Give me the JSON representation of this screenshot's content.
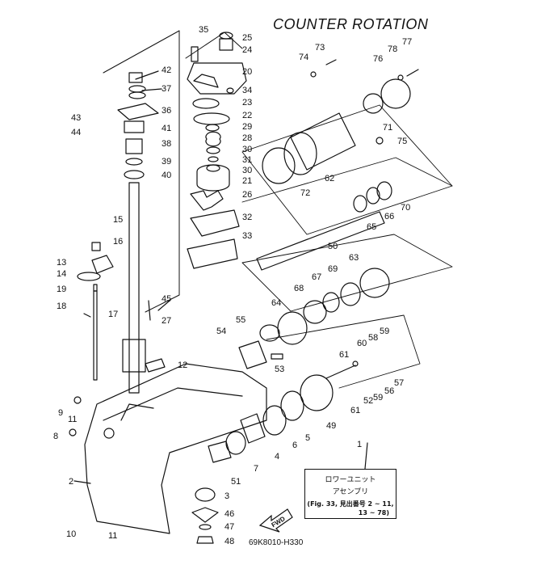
{
  "title": "COUNTER ROTATION",
  "drawing_code": "69K8010-H330",
  "fwd_label": "FWD",
  "legend": {
    "ref_number": "1",
    "line1": "ロワーユニット",
    "line2": "アセンブリ",
    "line3": "(Fig. 33, 見出番号 2 ~ 11,",
    "line4": "13 ~ 78)"
  },
  "part_numbers": [
    "35",
    "25",
    "24",
    "20",
    "34",
    "23",
    "22",
    "29",
    "28",
    "30",
    "31",
    "30",
    "21",
    "26",
    "32",
    "33",
    "42",
    "37",
    "36",
    "43",
    "44",
    "41",
    "38",
    "39",
    "40",
    "15",
    "16",
    "13",
    "14",
    "19",
    "18",
    "17",
    "45",
    "27",
    "12",
    "9",
    "11",
    "8",
    "2",
    "10",
    "11",
    "3",
    "46",
    "47",
    "48",
    "51",
    "7",
    "4",
    "6",
    "5",
    "49",
    "52",
    "61",
    "61",
    "56",
    "57",
    "59",
    "60",
    "58",
    "59",
    "53",
    "54",
    "55",
    "64",
    "68",
    "67",
    "69",
    "63",
    "50",
    "65",
    "66",
    "70",
    "72",
    "62",
    "75",
    "71",
    "74",
    "73",
    "76",
    "78",
    "77"
  ]
}
